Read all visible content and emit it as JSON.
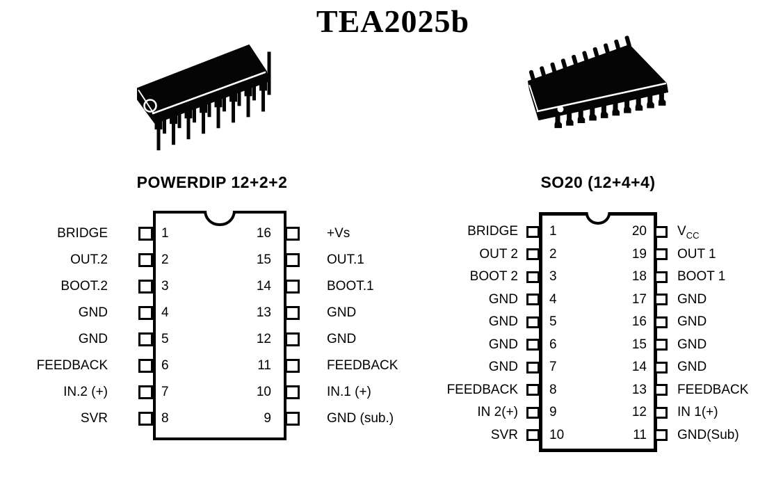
{
  "title": "TEA2025b",
  "colors": {
    "ink": "#000000",
    "paper": "#ffffff"
  },
  "packages": [
    {
      "id": "powerdip",
      "label": "POWERDIP 12+2+2",
      "illustration": "dip16-package-3d",
      "left_pins": [
        {
          "n": "1",
          "label": "BRIDGE"
        },
        {
          "n": "2",
          "label": "OUT.2"
        },
        {
          "n": "3",
          "label": "BOOT.2"
        },
        {
          "n": "4",
          "label": "GND"
        },
        {
          "n": "5",
          "label": "GND"
        },
        {
          "n": "6",
          "label": "FEEDBACK"
        },
        {
          "n": "7",
          "label": "IN.2 (+)"
        },
        {
          "n": "8",
          "label": "SVR"
        }
      ],
      "right_pins": [
        {
          "n": "16",
          "label": "+Vs"
        },
        {
          "n": "15",
          "label": "OUT.1"
        },
        {
          "n": "14",
          "label": "BOOT.1"
        },
        {
          "n": "13",
          "label": "GND"
        },
        {
          "n": "12",
          "label": "GND"
        },
        {
          "n": "11",
          "label": "FEEDBACK"
        },
        {
          "n": "10",
          "label": "IN.1 (+)"
        },
        {
          "n": "9",
          "label": "GND (sub.)"
        }
      ]
    },
    {
      "id": "so20",
      "label": "SO20 (12+4+4)",
      "illustration": "so20-package-3d",
      "left_pins": [
        {
          "n": "1",
          "label": "BRIDGE"
        },
        {
          "n": "2",
          "label": "OUT 2"
        },
        {
          "n": "3",
          "label": "BOOT 2"
        },
        {
          "n": "4",
          "label": "GND"
        },
        {
          "n": "5",
          "label": "GND"
        },
        {
          "n": "6",
          "label": "GND"
        },
        {
          "n": "7",
          "label": "GND"
        },
        {
          "n": "8",
          "label": "FEEDBACK"
        },
        {
          "n": "9",
          "label": "IN 2(+)"
        },
        {
          "n": "10",
          "label": "SVR"
        }
      ],
      "right_pins": [
        {
          "n": "20",
          "label": "V",
          "sub": "CC"
        },
        {
          "n": "19",
          "label": "OUT 1"
        },
        {
          "n": "18",
          "label": "BOOT 1"
        },
        {
          "n": "17",
          "label": "GND"
        },
        {
          "n": "16",
          "label": "GND"
        },
        {
          "n": "15",
          "label": "GND"
        },
        {
          "n": "14",
          "label": "GND"
        },
        {
          "n": "13",
          "label": "FEEDBACK"
        },
        {
          "n": "12",
          "label": "IN 1(+)"
        },
        {
          "n": "11",
          "label": "GND(Sub)"
        }
      ]
    }
  ]
}
